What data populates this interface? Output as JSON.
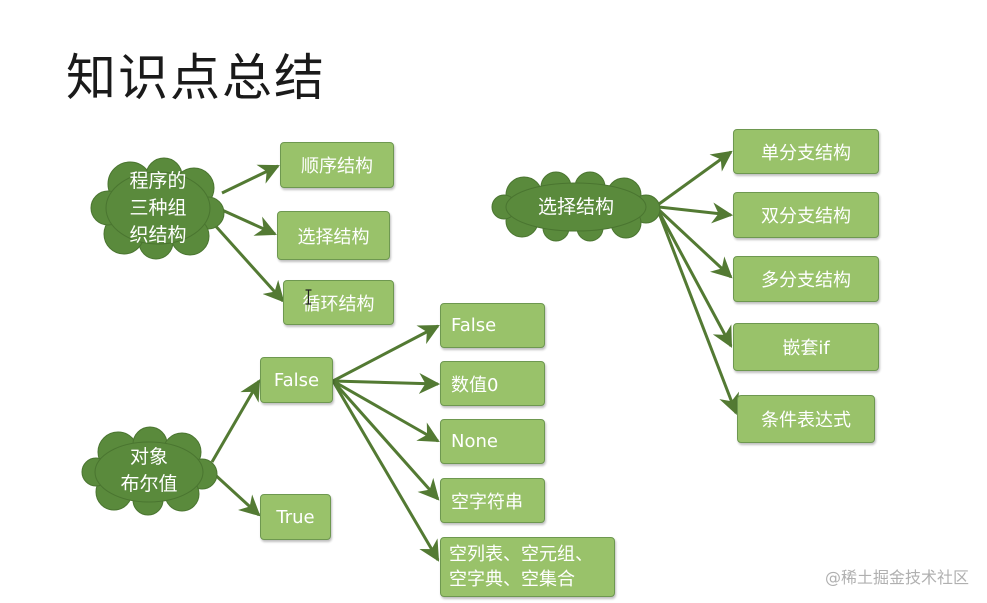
{
  "title": "知识点总结",
  "colors": {
    "cloud_fill": "#5a8a3c",
    "cloud_stroke": "#4a7530",
    "box_fill": "#99c26a",
    "box_border": "#6e9850",
    "arrow": "#537a33"
  },
  "clouds": {
    "program": "程序的\n三种组\n织结构",
    "selection": "选择结构",
    "bool": "对象\n布尔值"
  },
  "program_children": [
    "顺序结构",
    "选择结构",
    "循环结构"
  ],
  "bool_children": {
    "false": "False",
    "true": "True"
  },
  "false_values": [
    "False",
    "数值0",
    "None",
    "空字符串",
    "空列表、空元组、\n空字典、空集合"
  ],
  "selection_children": [
    "单分支结构",
    "双分支结构",
    "多分支结构",
    "嵌套if",
    "条件表达式"
  ],
  "cursor_icon": "text-cursor-icon",
  "watermark": "@稀土掘金技术社区"
}
